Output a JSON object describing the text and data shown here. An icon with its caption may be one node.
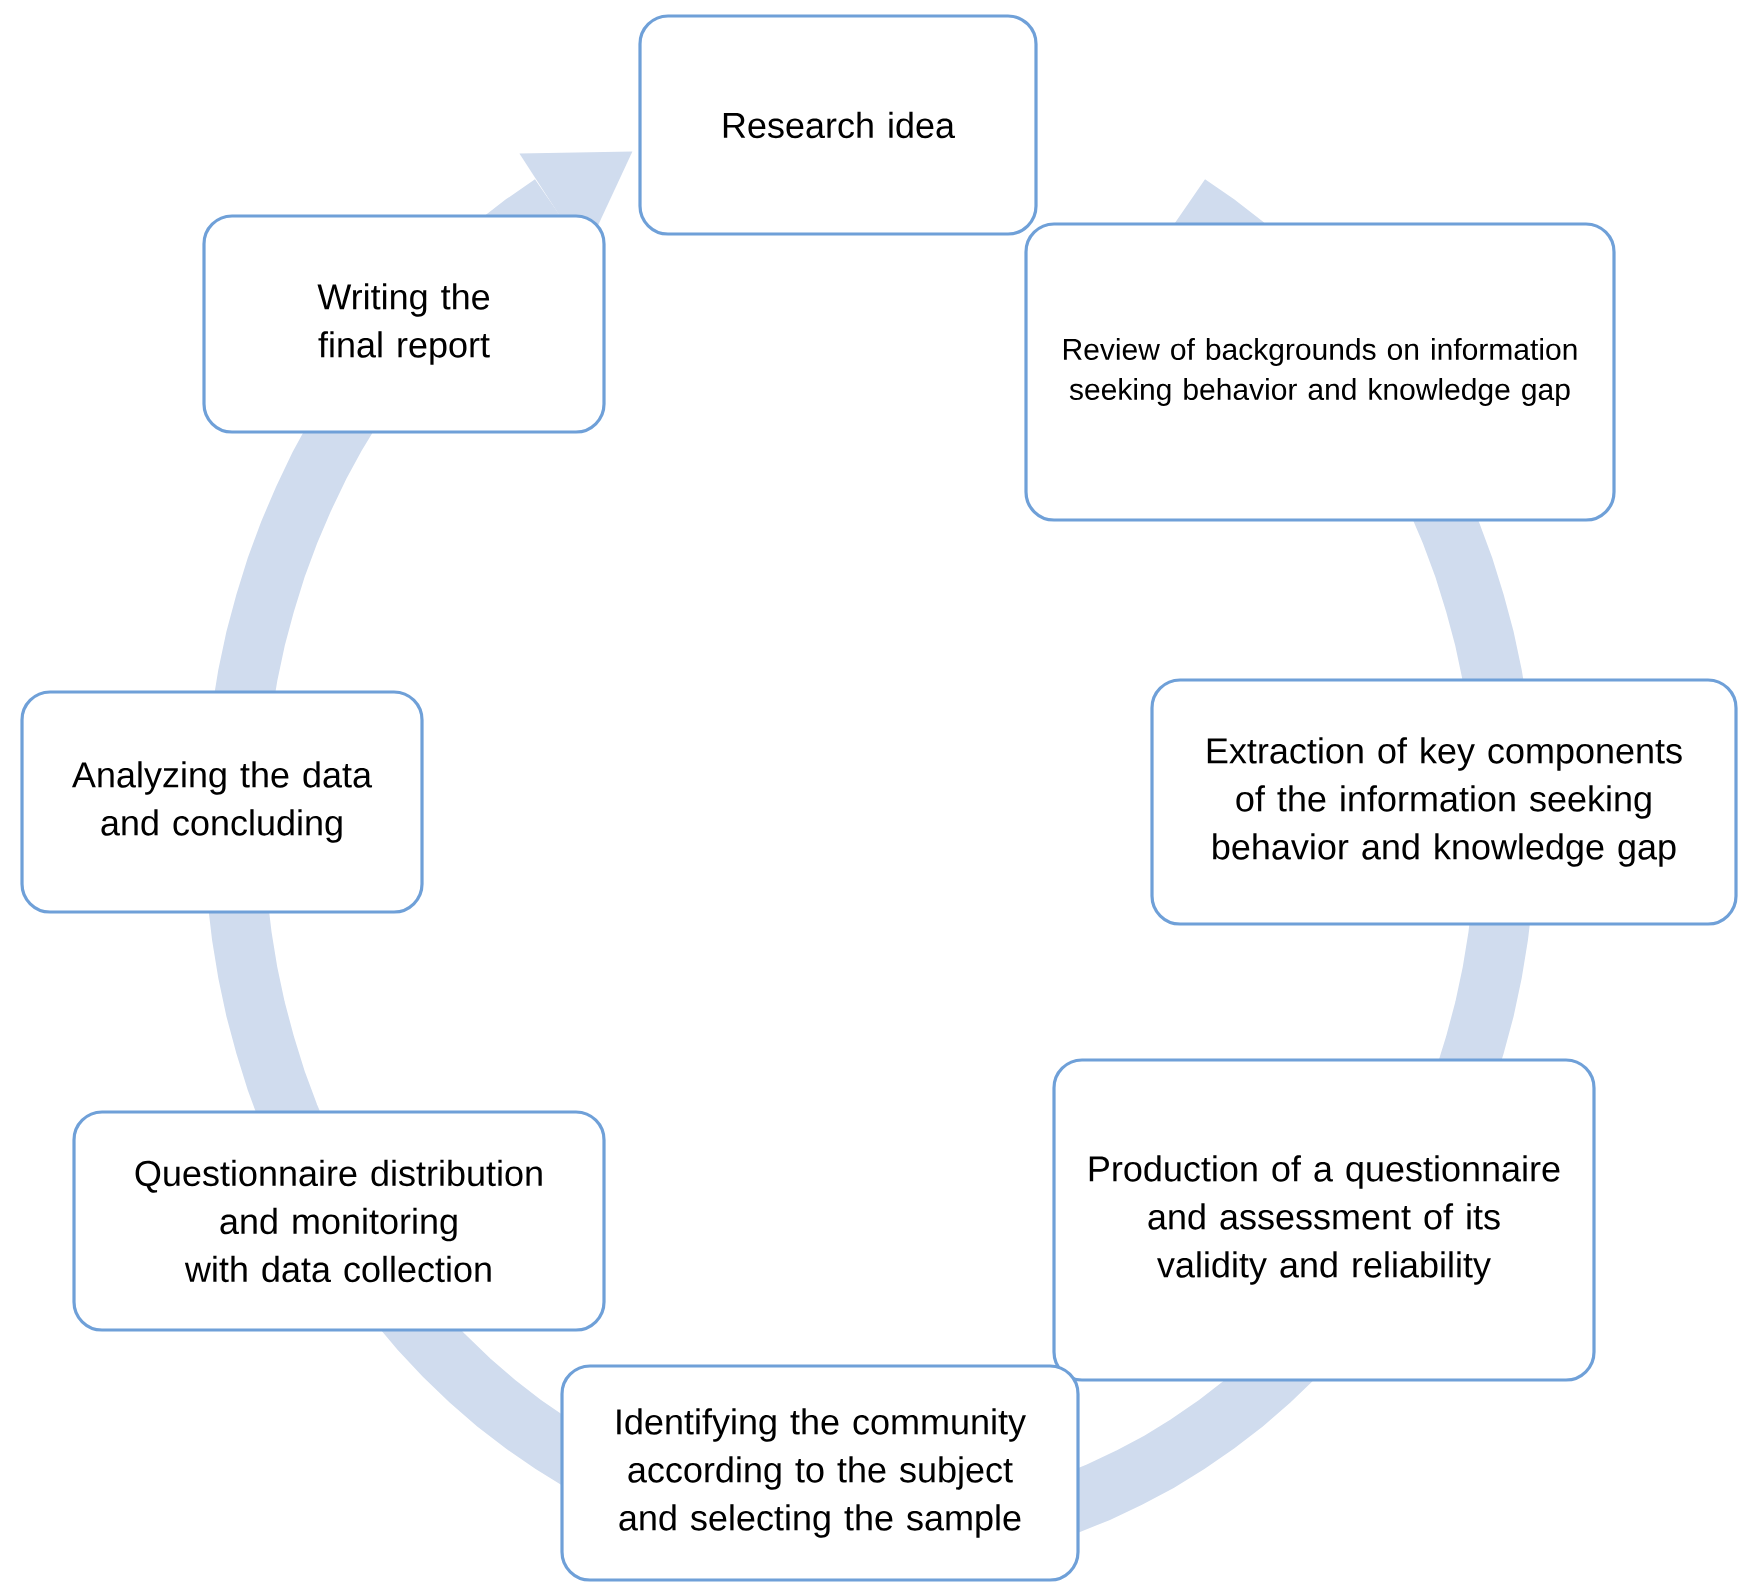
{
  "diagram": {
    "nodes": [
      {
        "text": [
          "Research idea"
        ]
      },
      {
        "text": [
          "Review of backgrounds on information seeking behavior and knowledge gap"
        ]
      },
      {
        "text": [
          "Extraction of key components of the information seeking behavior and knowledge gap"
        ]
      },
      {
        "text": [
          "Production of a questionnaire and assessment of its validity and reliability"
        ]
      },
      {
        "text": [
          "Identifying the community according to the subject and selecting the sample"
        ]
      },
      {
        "text": [
          "Questionnaire distribution and monitoring with data collection"
        ]
      },
      {
        "text": [
          "Analyzing the data and concluding"
        ]
      },
      {
        "text": [
          "Writing the final report"
        ]
      }
    ]
  }
}
